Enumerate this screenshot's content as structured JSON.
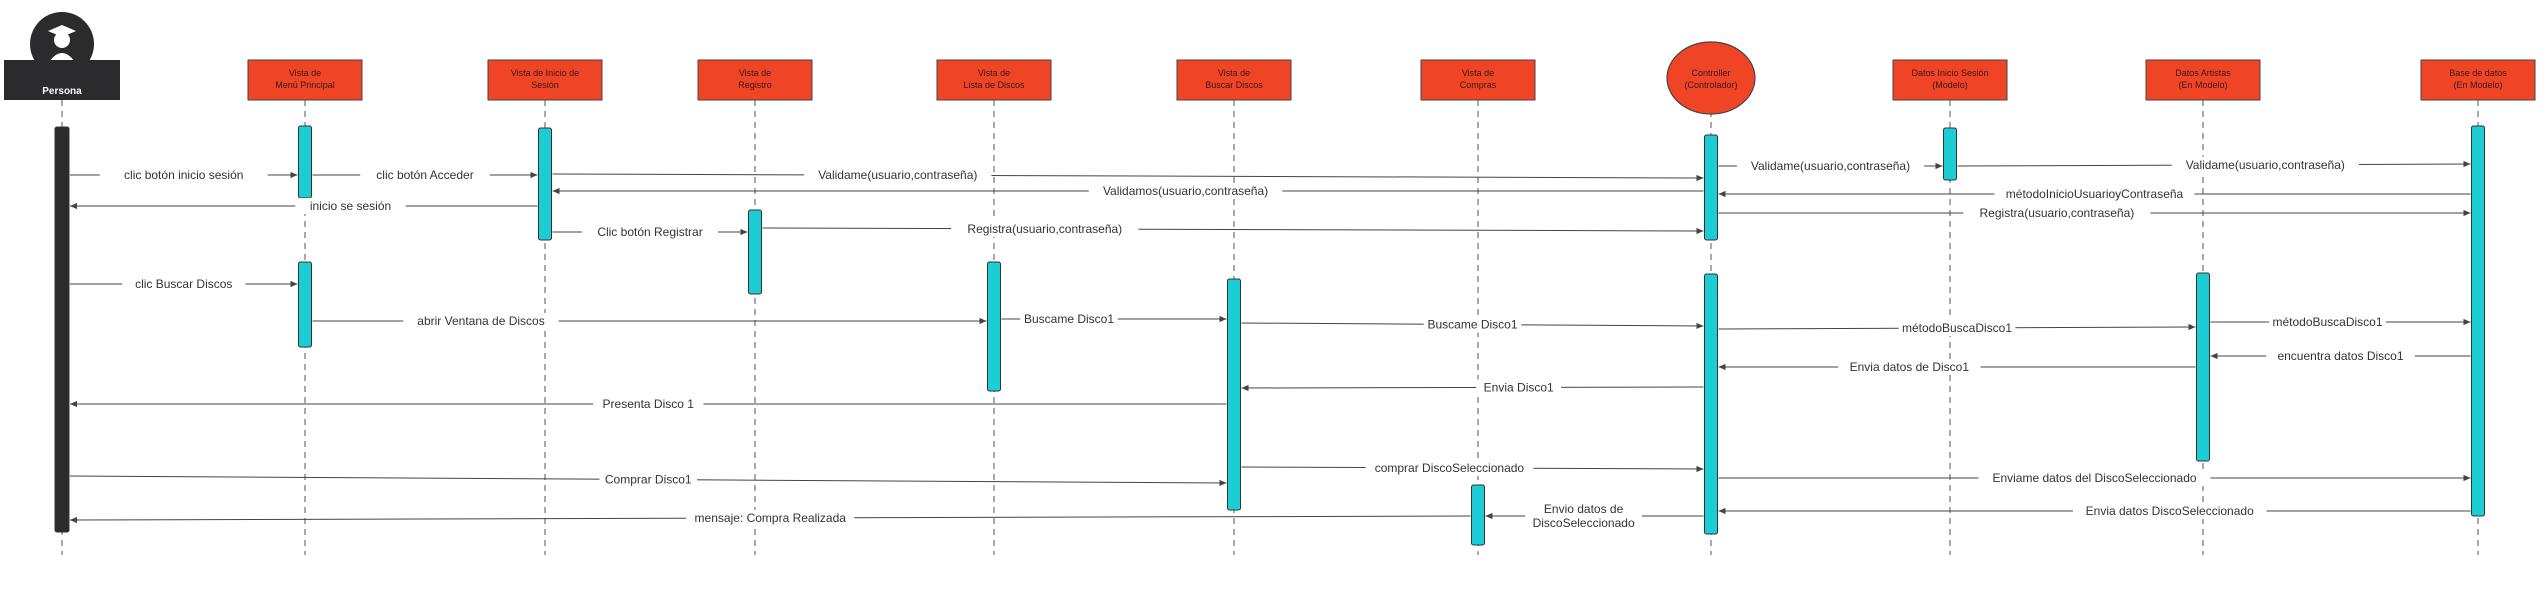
{
  "actor": {
    "name": "Persona",
    "icon": "graduate-user-icon"
  },
  "participants": [
    {
      "id": "menu",
      "lines": [
        "Vista de",
        "Menú Principal"
      ],
      "shape": "rect"
    },
    {
      "id": "login",
      "lines": [
        "Vista de Inicio de",
        "Sesión"
      ],
      "shape": "rect"
    },
    {
      "id": "registro",
      "lines": [
        "Vista de",
        "Registro"
      ],
      "shape": "rect"
    },
    {
      "id": "lista",
      "lines": [
        "Vista de",
        "Lista de Discos"
      ],
      "shape": "rect"
    },
    {
      "id": "buscar",
      "lines": [
        "Vista de",
        "Buscar Discos"
      ],
      "shape": "rect"
    },
    {
      "id": "compras",
      "lines": [
        "Vista de",
        "Compras"
      ],
      "shape": "rect"
    },
    {
      "id": "controller",
      "lines": [
        "Controller",
        "(Controlador)"
      ],
      "shape": "circle"
    },
    {
      "id": "datosSesion",
      "lines": [
        "Datos Inicio Sesión",
        "(Modelo)"
      ],
      "shape": "rect"
    },
    {
      "id": "datosArtistas",
      "lines": [
        "Datos Artistas",
        "(En Modelo)"
      ],
      "shape": "rect"
    },
    {
      "id": "bd",
      "lines": [
        "Base de datos",
        "(En Modelo)"
      ],
      "shape": "rect"
    }
  ],
  "messages": [
    {
      "from": "actor",
      "to": "menu",
      "label": "clic  botón inicio sesión"
    },
    {
      "from": "menu",
      "to": "login",
      "label": "clic  botón Acceder"
    },
    {
      "from": "login",
      "to": "controller",
      "label": "Validame(usuario,contraseña)"
    },
    {
      "from": "controller",
      "to": "datosSesion",
      "label": "Validame(usuario,contraseña)"
    },
    {
      "from": "datosSesion",
      "to": "bd",
      "label": "Validame(usuario,contraseña)"
    },
    {
      "from": "controller",
      "to": "login",
      "label": "Validamos(usuario,contraseña)"
    },
    {
      "from": "bd",
      "to": "controller",
      "label": "métodoInicioUsuarioyContraseña"
    },
    {
      "from": "login",
      "to": "actor",
      "label": "inicio se sesión"
    },
    {
      "from": "controller",
      "to": "bd",
      "label": "Registra(usuario,contraseña)"
    },
    {
      "from": "login",
      "to": "registro",
      "label": "Clic botón Registrar"
    },
    {
      "from": "registro",
      "to": "controller",
      "label": "Registra(usuario,contraseña)"
    },
    {
      "from": "actor",
      "to": "menu",
      "label": "clic Buscar Discos"
    },
    {
      "from": "menu",
      "to": "lista",
      "label": "abrir Ventana de Discos"
    },
    {
      "from": "lista",
      "to": "buscar",
      "label": "Buscame Disco1"
    },
    {
      "from": "buscar",
      "to": "controller",
      "label": "Buscame Disco1"
    },
    {
      "from": "datosArtistas",
      "to": "bd",
      "label": "métodoBuscaDisco1"
    },
    {
      "from": "controller",
      "to": "datosArtistas",
      "label": "métodoBuscaDisco1"
    },
    {
      "from": "bd",
      "to": "datosArtistas",
      "label": "encuentra datos Disco1"
    },
    {
      "from": "datosArtistas",
      "to": "controller",
      "label": "Envia datos de Disco1"
    },
    {
      "from": "controller",
      "to": "buscar",
      "label": "Envia Disco1"
    },
    {
      "from": "buscar",
      "to": "actor",
      "label": "Presenta Disco 1"
    },
    {
      "from": "buscar",
      "to": "controller",
      "label": "comprar DiscoSeleccionado"
    },
    {
      "from": "controller",
      "to": "bd",
      "label": "Enviame datos del DiscoSeleccionado"
    },
    {
      "from": "actor",
      "to": "buscar",
      "label": "Comprar Disco1"
    },
    {
      "from": "bd",
      "to": "controller",
      "label": "Envia datos DiscoSeleccionado"
    },
    {
      "from": "controller",
      "to": "compras",
      "label": "Envio datos de\nDiscoSeleccionado"
    },
    {
      "from": "compras",
      "to": "actor",
      "label": "mensaje: Compra Realizada"
    }
  ],
  "colors": {
    "participant_fill": "#f04426",
    "participant_border": "#444444",
    "activation_fill": "#1ccdd6",
    "actor_fill": "#2b2b2d",
    "line": "#444444",
    "background": "#ffffff"
  }
}
